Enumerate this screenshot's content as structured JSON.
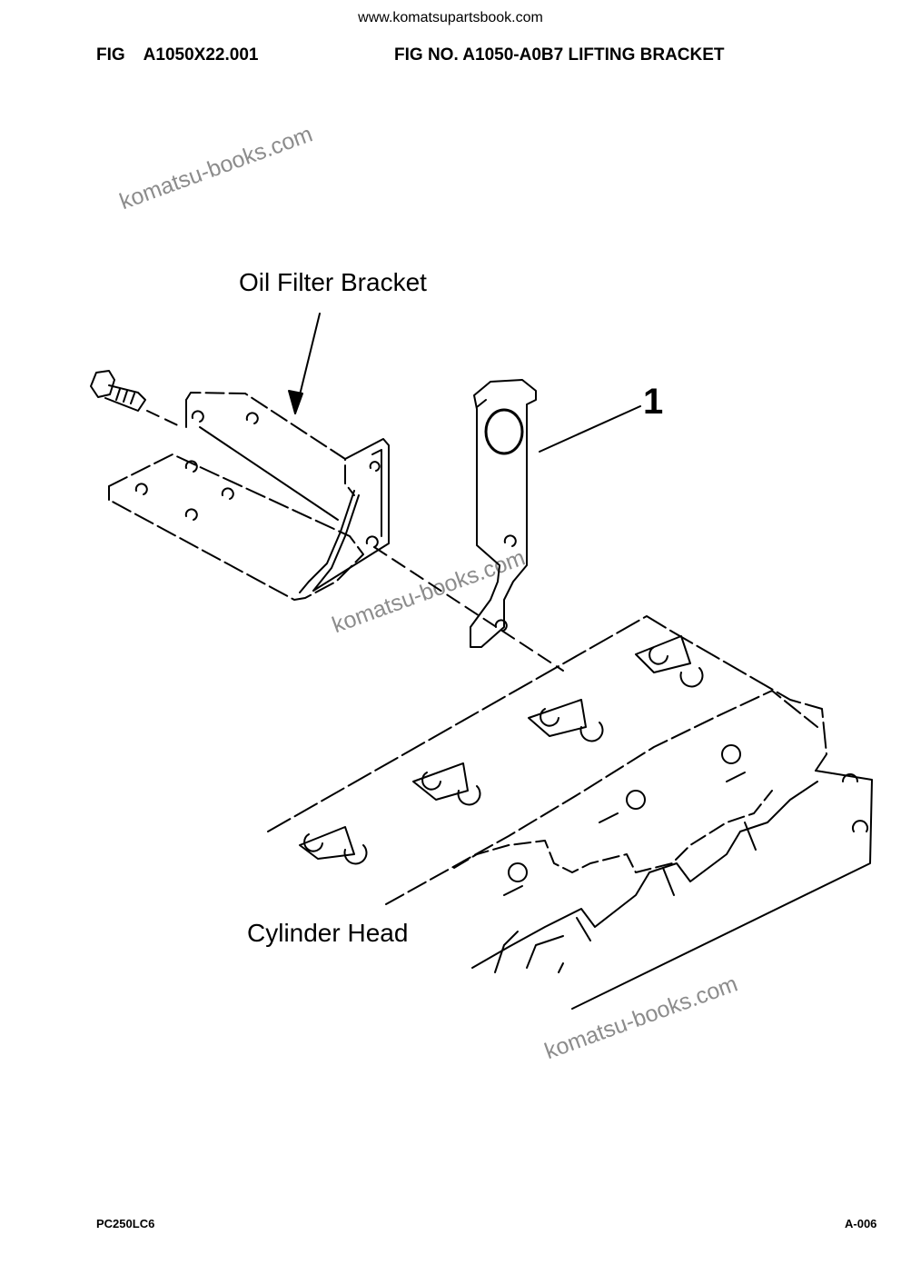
{
  "header": {
    "website": "www.komatsupartsbook.com",
    "fig_label": "FIG",
    "fig_code": "A1050X22.001",
    "fig_title": "FIG NO. A1050-A0B7 LIFTING BRACKET"
  },
  "diagram": {
    "callouts": {
      "oil_filter_bracket": "Oil Filter Bracket",
      "part_number": "1",
      "cylinder_head": "Cylinder Head"
    },
    "watermark": "komatsu-books.com"
  },
  "footer": {
    "model": "PC250LC6",
    "page": "A-006"
  }
}
